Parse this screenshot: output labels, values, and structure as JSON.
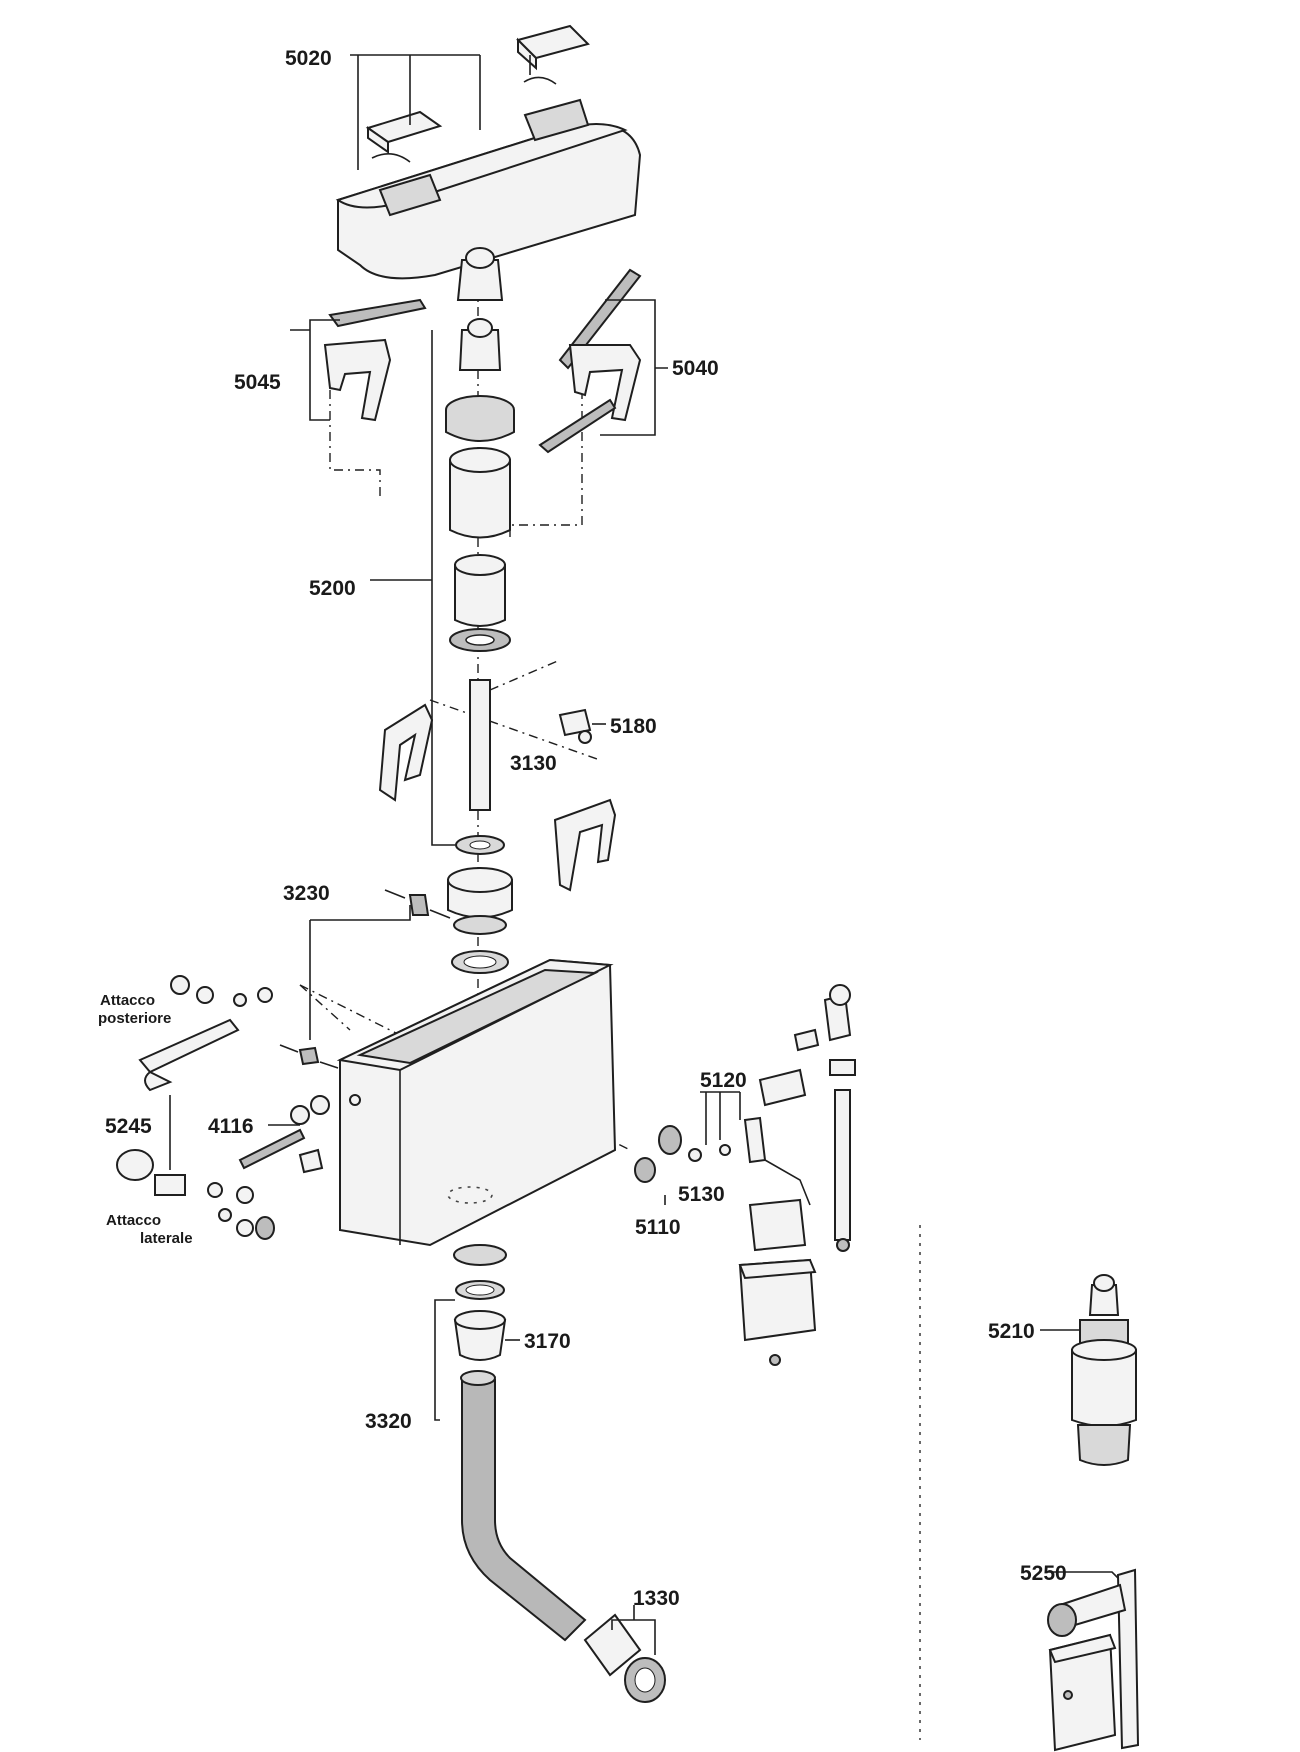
{
  "labels": {
    "l5020": "5020",
    "l5045": "5045",
    "l5040": "5040",
    "l5200": "5200",
    "l5180": "5180",
    "l3130": "3130",
    "l3230": "3230",
    "l4116": "4116",
    "l5245": "5245",
    "l5120": "5120",
    "l5130": "5130",
    "l5110": "5110",
    "l3170": "3170",
    "l3320": "3320",
    "l1330": "1330",
    "l5210": "5210",
    "l5250": "5250"
  },
  "connections": {
    "rear_1": "Attacco",
    "rear_2": "posteriore",
    "side_1": "Attacco",
    "side_2": "laterale"
  }
}
